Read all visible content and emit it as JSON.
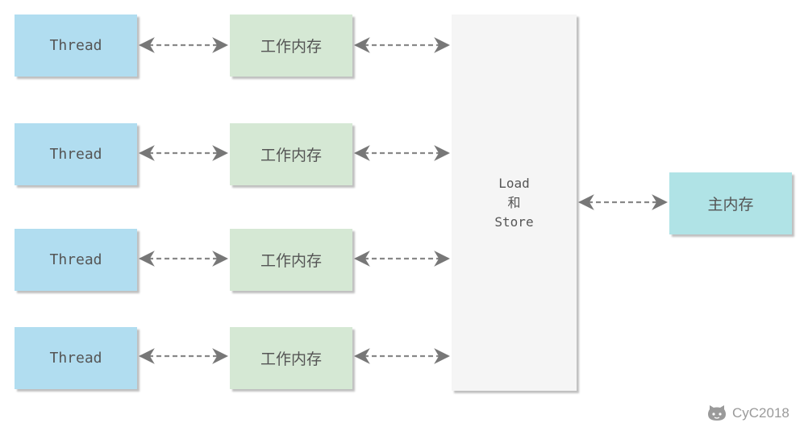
{
  "rows": [
    {
      "thread_label": "Thread",
      "work_memory_label": "工作内存"
    },
    {
      "thread_label": "Thread",
      "work_memory_label": "工作内存"
    },
    {
      "thread_label": "Thread",
      "work_memory_label": "工作内存"
    },
    {
      "thread_label": "Thread",
      "work_memory_label": "工作内存"
    }
  ],
  "load_store": {
    "line1": "Load",
    "line2": "和",
    "line3": "Store"
  },
  "main_memory": {
    "label": "主内存"
  },
  "watermark": {
    "text": "CyC2018",
    "icon": "github-octocat-icon"
  },
  "colors": {
    "thread": "#b1ddf0",
    "work_memory": "#d5e8d4",
    "load_store": "#f5f5f5",
    "main_memory": "#b0e3e6",
    "arrow": "#777777"
  }
}
